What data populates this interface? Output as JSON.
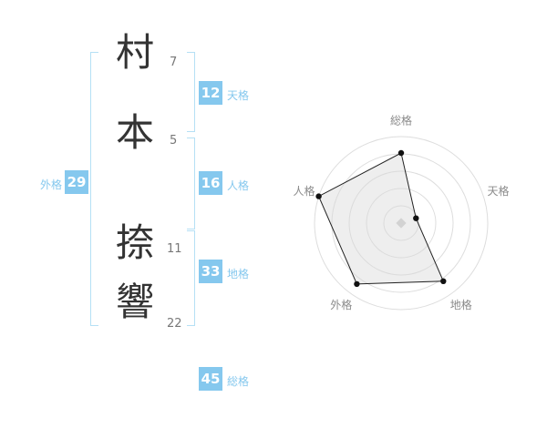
{
  "name": {
    "characters": [
      {
        "char": "村",
        "strokes": "7"
      },
      {
        "char": "本",
        "strokes": "5"
      },
      {
        "char": "捺",
        "strokes": "11"
      },
      {
        "char": "響",
        "strokes": "22"
      }
    ]
  },
  "kaku": {
    "gaikaku": {
      "label": "外格",
      "value": "29"
    },
    "tenkaku": {
      "label": "天格",
      "value": "12"
    },
    "jinkaku": {
      "label": "人格",
      "value": "16"
    },
    "chikaku": {
      "label": "地格",
      "value": "33"
    },
    "soukaku": {
      "label": "総格",
      "value": "45"
    }
  },
  "colors": {
    "accent": "#85c8ee",
    "accent_light": "#b5e0f5",
    "badge_text": "#ffffff",
    "char_text": "#333333",
    "stroke_text": "#777777",
    "ring_stroke": "#dddddd",
    "center_dot": "#cccccc",
    "chart_label": "#8a8a8a",
    "polygon_stroke": "#222222",
    "polygon_fill": "#d9d9d9",
    "point_fill": "#111111"
  },
  "chart_data": {
    "type": "radar",
    "title": "",
    "categories": [
      "総格",
      "天格",
      "地格",
      "外格",
      "人格"
    ],
    "values_ratio": [
      0.81,
      0.18,
      0.83,
      0.87,
      1.0
    ],
    "rings": 5,
    "rmax": 1.0,
    "start_angle_deg": -90,
    "direction": "clockwise",
    "grid": "concentric-circles",
    "legend": "none"
  }
}
